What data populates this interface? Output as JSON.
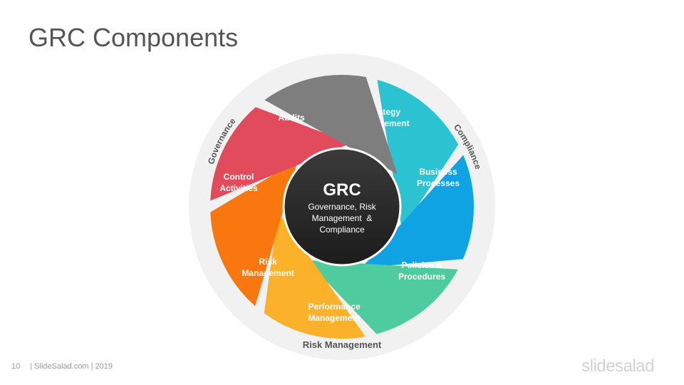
{
  "slide": {
    "title": "GRC Components"
  },
  "diagram": {
    "center_title": "GRC",
    "center_subtitle_lines": [
      "Governance, Risk",
      "Management  &",
      "Compliance"
    ],
    "segments": [
      {
        "lines": [
          "Strategy",
          "Management"
        ],
        "color": "#2BC3D2"
      },
      {
        "lines": [
          "Business",
          "Processes"
        ],
        "color": "#0FA3E4"
      },
      {
        "lines": [
          "Policies  &",
          "Procedures"
        ],
        "color": "#4ECB9F"
      },
      {
        "lines": [
          "Performance",
          "Management"
        ],
        "color": "#FBB129"
      },
      {
        "lines": [
          "Risk",
          "Management"
        ],
        "color": "#F8780F"
      },
      {
        "lines": [
          "Control",
          "Activities"
        ],
        "color": "#E24B5C"
      },
      {
        "lines": [
          "Audits"
        ],
        "color": "#7E7E7E"
      }
    ],
    "ring_labels": {
      "governance": "Governance",
      "compliance": "Compliance",
      "risk_management": "Risk Management"
    },
    "ring_color": "#F1F1F1",
    "center_color": "#262626"
  },
  "footer": {
    "page_number": "10",
    "source": "| SlideSalad.com | 2019"
  },
  "brand": {
    "logo_text": "slidesalad"
  }
}
